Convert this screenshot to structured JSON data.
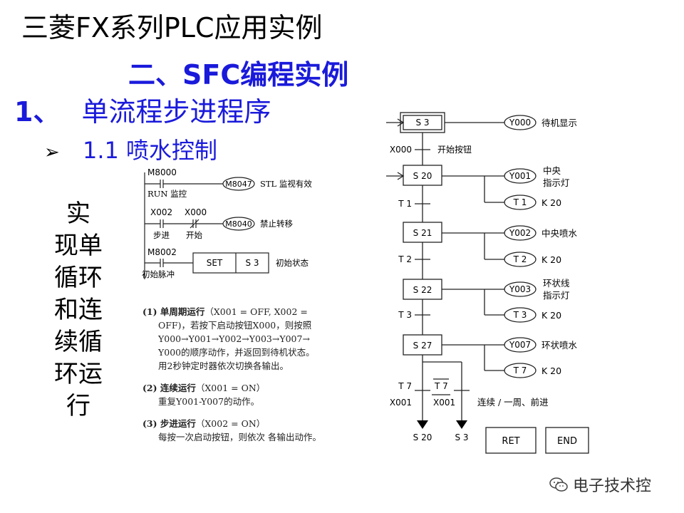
{
  "title": "三菱FX系列PLC应用实例",
  "subtitle": "二、SFC编程实例",
  "heading": {
    "num": "1、",
    "text": "单流程步进程序"
  },
  "bullet": {
    "num": "1.1",
    "text": "喷水控制"
  },
  "side_text": [
    "实",
    "现单",
    "循环",
    "和连",
    "续循",
    "环运",
    "行"
  ],
  "ladder": {
    "row1": {
      "contact": "M8000",
      "contact_label": "RUN 监控",
      "coil": "M8047",
      "comment": "STL 监视有效"
    },
    "row2": {
      "contact1": "X002",
      "contact1_label": "步进",
      "contact2": "X000",
      "contact2_label": "开始",
      "coil": "M8040",
      "comment": "禁止转移"
    },
    "row3": {
      "contact": "M8002",
      "contact_label": "初始脉冲",
      "instr": "SET",
      "operand": "S  3",
      "comment": "初始状态"
    }
  },
  "notes": [
    {
      "label": "(1) 单周期运行",
      "lines": [
        "（X001 = OFF, X002 =",
        "OFF)，若按下启动按钮X000，则按照",
        "Y000→Y001→Y002→Y003→Y007→",
        "Y000的顺序动作，并返回到待机状态。",
        "用2秒钟定时器依次切换各输出。"
      ]
    },
    {
      "label": "(2) 连续运行",
      "lines": [
        "（X001 = ON）",
        "重复Y001-Y007的动作。"
      ]
    },
    {
      "label": "(3) 步进运行",
      "lines": [
        "（X002 = ON）",
        "每按一次启动按钮，则依次 各输出动作。"
      ]
    }
  ],
  "sfc": {
    "steps": [
      {
        "name": "S  3",
        "outputs": [
          {
            "coil": "Y000",
            "label": "待机显示"
          }
        ]
      },
      {
        "name": "S 20",
        "outputs": [
          {
            "coil": "Y001",
            "label1": "中央",
            "label2": "指示灯"
          },
          {
            "coil": "T   1",
            "label": "K 20"
          }
        ]
      },
      {
        "name": "S 21",
        "outputs": [
          {
            "coil": "Y002",
            "label": "中央喷水"
          },
          {
            "coil": "T   2",
            "label": "K 20"
          }
        ]
      },
      {
        "name": "S 22",
        "outputs": [
          {
            "coil": "Y003",
            "label1": "环状线",
            "label2": "指示灯"
          },
          {
            "coil": "T   3",
            "label": "K 20"
          }
        ]
      },
      {
        "name": "S 27",
        "outputs": [
          {
            "coil": "Y007",
            "label": "环状喷水"
          },
          {
            "coil": "T   7",
            "label": "K 20"
          }
        ]
      }
    ],
    "transitions": [
      {
        "cond": "X000",
        "label": "开始按钮"
      },
      {
        "cond": "T   1"
      },
      {
        "cond": "T   2"
      },
      {
        "cond": "T   3"
      }
    ],
    "branch": {
      "left_t": "T   7",
      "left_x": "X001",
      "right_t": "T   7",
      "right_x": "X001",
      "label": "连续 / 一周、前进",
      "jump_left": "S 20",
      "jump_right": "S  3"
    },
    "ret": "RET",
    "end": "END"
  },
  "watermark": "电子技术控"
}
